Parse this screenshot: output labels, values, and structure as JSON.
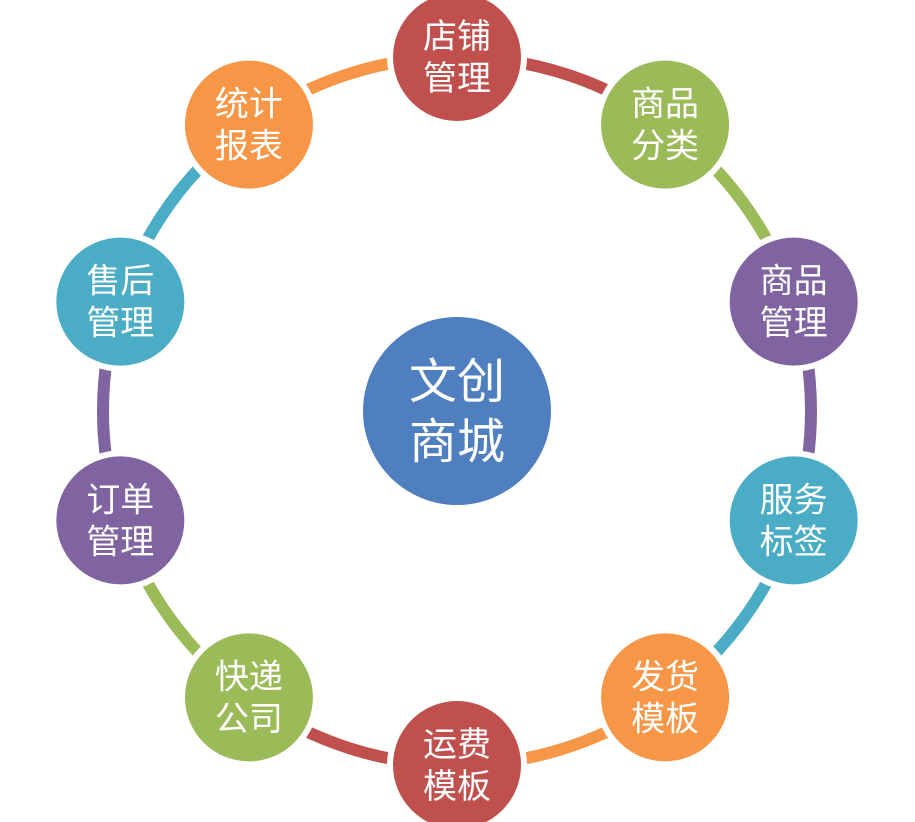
{
  "center": {
    "line1": "文创",
    "line2": "商城",
    "color": "#4F7FBF"
  },
  "nodes": [
    {
      "id": "shop-management",
      "line1": "店铺",
      "line2": "管理",
      "color": "#C0504D"
    },
    {
      "id": "product-category",
      "line1": "商品",
      "line2": "分类",
      "color": "#9BBB59"
    },
    {
      "id": "product-management",
      "line1": "商品",
      "line2": "管理",
      "color": "#8064A2"
    },
    {
      "id": "service-tags",
      "line1": "服务",
      "line2": "标签",
      "color": "#4BACC6"
    },
    {
      "id": "shipping-template",
      "line1": "发货",
      "line2": "模板",
      "color": "#F79646"
    },
    {
      "id": "freight-template",
      "line1": "运费",
      "line2": "模板",
      "color": "#C0504D"
    },
    {
      "id": "courier-company",
      "line1": "快递",
      "line2": "公司",
      "color": "#9BBB59"
    },
    {
      "id": "order-management",
      "line1": "订单",
      "line2": "管理",
      "color": "#8064A2"
    },
    {
      "id": "after-sales-management",
      "line1": "售后",
      "line2": "管理",
      "color": "#4BACC6"
    },
    {
      "id": "statistics-report",
      "line1": "统计",
      "line2": "报表",
      "color": "#F79646"
    }
  ]
}
